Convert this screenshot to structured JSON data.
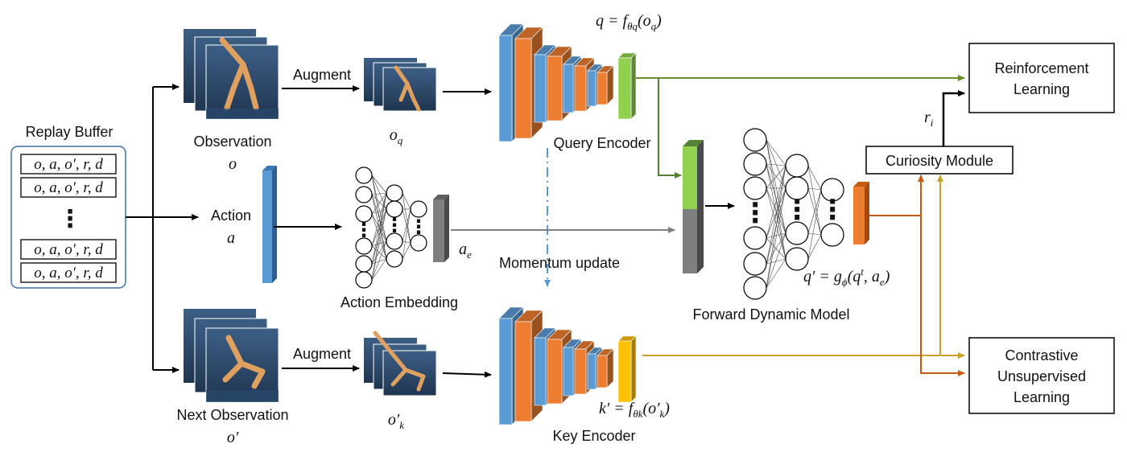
{
  "colors": {
    "blue": "#5b9bd5",
    "orange": "#ed7d31",
    "green": "#70ad47",
    "yellow": "#ffc000",
    "gray": "#7f7f7f",
    "olive_arrow": "#548235",
    "gold_arrow": "#c9a227",
    "rust_arrow": "#c55a11",
    "scene_dark": "#1f3550",
    "scene_light": "#3d5f85",
    "robot": "#e0a060"
  },
  "replay_buffer": {
    "title": "Replay Buffer",
    "rows": [
      "o, a, o′, r, d",
      "o, a, o′, r, d",
      "o, a, o′, r, d",
      "o, a, o′, r, d"
    ],
    "ellipsis": "⋮"
  },
  "observation": {
    "label": "Observation",
    "symbol": "o"
  },
  "action": {
    "label": "Action",
    "symbol": "a"
  },
  "next_observation": {
    "label": "Next Observation",
    "symbol": "o′"
  },
  "augment_top": {
    "label": "Augment",
    "symbol": "o",
    "subscript": "q"
  },
  "augment_bottom": {
    "label": "Augment",
    "symbol": "o′",
    "subscript": "k"
  },
  "action_embedding": {
    "label": "Action Embedding",
    "symbol": "a",
    "subscript": "e"
  },
  "query_encoder": {
    "label": "Query Encoder",
    "formula": "q = f",
    "formula_sub": "θq",
    "formula_arg": "(o",
    "formula_arg_sub": "q",
    "formula_end": ")"
  },
  "key_encoder": {
    "label": "Key Encoder",
    "formula": "k′ = f",
    "formula_sub": "θk",
    "formula_arg": "(o′",
    "formula_arg_sub": "k",
    "formula_end": ")"
  },
  "momentum": {
    "label": "Momentum update"
  },
  "forward_model": {
    "label": "Forward Dynamic Model",
    "formula": "q′ = g",
    "formula_sub": "ϕ",
    "formula_arg": "(q",
    "formula_sup": "t",
    "formula_tail": ", a",
    "formula_tail_sub": "e",
    "formula_end": ")"
  },
  "curiosity": {
    "label": "Curiosity Module",
    "reward": "r",
    "reward_sub": "i"
  },
  "rl_box": {
    "line1": "Reinforcement",
    "line2": "Learning"
  },
  "cl_box": {
    "line1": "Contrastive",
    "line2": "Unsupervised",
    "line3": "Learning"
  },
  "neuron_dots": "⋮"
}
